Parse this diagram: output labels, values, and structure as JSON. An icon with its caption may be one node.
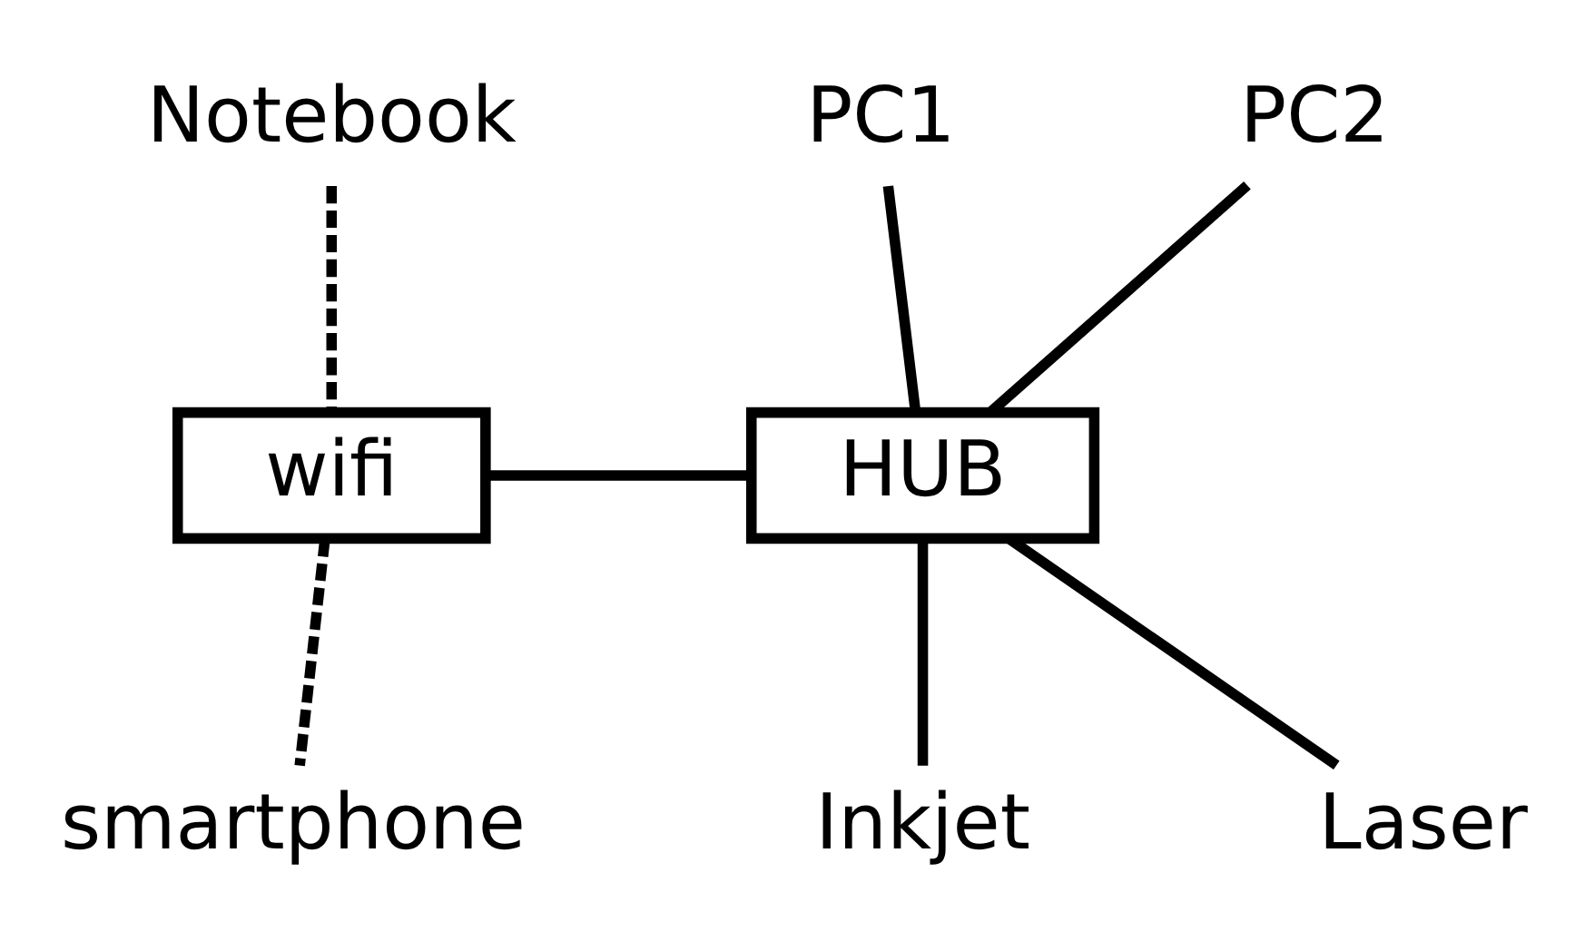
{
  "diagram": {
    "nodes": [
      {
        "text": [
          "Notebook"
        ]
      },
      {
        "text": [
          "PC1"
        ]
      },
      {
        "text": [
          "PC2"
        ]
      },
      {
        "text": [
          "wifi"
        ]
      },
      {
        "text": [
          "HUB"
        ]
      },
      {
        "text": [
          "smartphone"
        ]
      },
      {
        "text": [
          "Inkjet"
        ]
      },
      {
        "text": [
          "Laser"
        ]
      }
    ],
    "edges": [
      {
        "from": 0,
        "to": 3,
        "arrow": "none",
        "style": "dashed"
      },
      {
        "from": 1,
        "to": 4,
        "arrow": "none"
      },
      {
        "from": 2,
        "to": 4,
        "arrow": "none"
      },
      {
        "from": 3,
        "to": 4,
        "arrow": "none"
      },
      {
        "from": 3,
        "to": 5,
        "arrow": "none",
        "style": "dashed"
      },
      {
        "from": 4,
        "to": 6,
        "arrow": "none"
      },
      {
        "from": 4,
        "to": 7,
        "arrow": "none"
      }
    ]
  }
}
